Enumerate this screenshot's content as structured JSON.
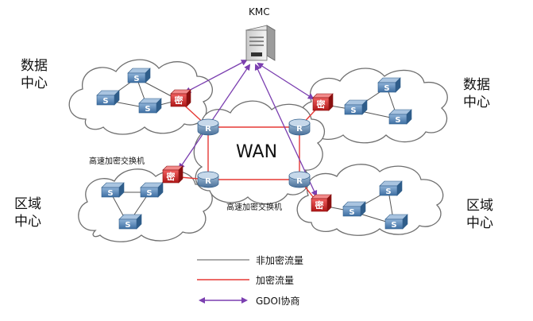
{
  "kmc": {
    "label": "KMC"
  },
  "wan": {
    "label": "WAN"
  },
  "sites": {
    "dc_left": {
      "line1": "数据",
      "line2": "中心"
    },
    "dc_right": {
      "line1": "数据",
      "line2": "中心"
    },
    "region_left": {
      "line1": "区域",
      "line2": "中心"
    },
    "region_right": {
      "line1": "区域",
      "line2": "中心"
    }
  },
  "labels": {
    "encrypt_switch_left": "高速加密交换机",
    "encrypt_switch_right": "高速加密交换机"
  },
  "icons": {
    "switch": "S",
    "router": "R",
    "crypto": "密"
  },
  "legend": [
    {
      "label": "非加密流量",
      "color": "#555555",
      "style": "solid-line"
    },
    {
      "label": "加密流量",
      "color": "#e53935",
      "style": "solid-line"
    },
    {
      "label": "GDOI协商",
      "color": "#7b3fb0",
      "style": "double-arrow"
    }
  ]
}
